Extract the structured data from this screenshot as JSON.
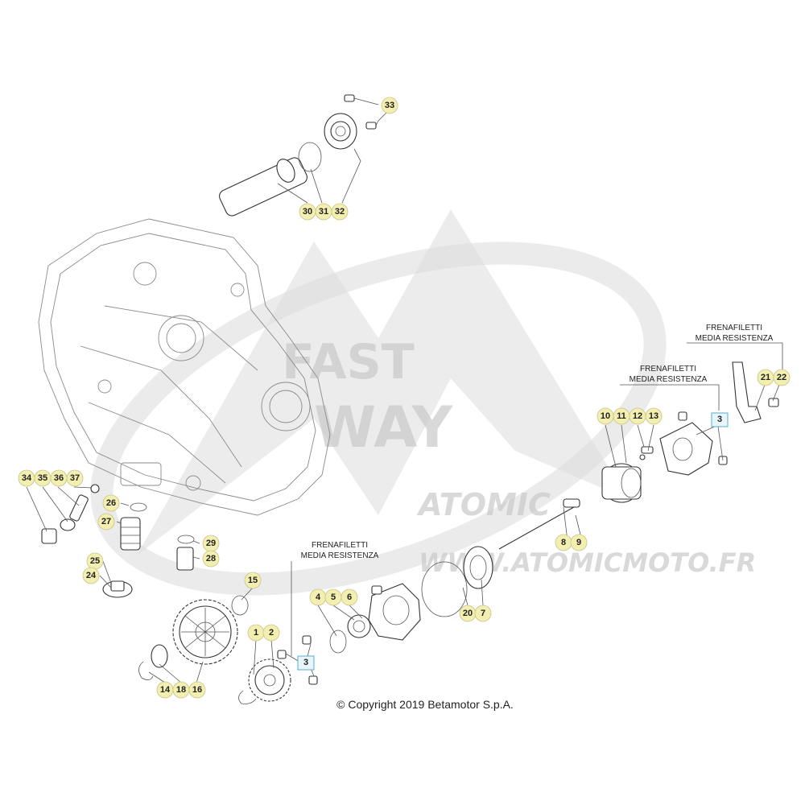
{
  "notes": {
    "thread_lock_1": {
      "line1": "FRENAFILETTI",
      "line2": "MEDIA RESISTENZA"
    },
    "thread_lock_2": {
      "line1": "FRENAFILETTI",
      "line2": "MEDIA RESISTENZA"
    },
    "thread_lock_3": {
      "line1": "FRENAFILETTI",
      "line2": "MEDIA RESISTENZA"
    }
  },
  "copyright": "© Copyright 2019 Betamotor S.p.A.",
  "watermark": {
    "line1": "FAST",
    "line2": "WAY",
    "brand": "ATOMIC",
    "site": "WWW.ATOMICMOTO.FR"
  },
  "callouts": [
    {
      "id": "c33",
      "label": "33"
    },
    {
      "id": "c30",
      "label": "30"
    },
    {
      "id": "c31",
      "label": "31"
    },
    {
      "id": "c32",
      "label": "32"
    },
    {
      "id": "c34",
      "label": "34"
    },
    {
      "id": "c35",
      "label": "35"
    },
    {
      "id": "c36",
      "label": "36"
    },
    {
      "id": "c37",
      "label": "37"
    },
    {
      "id": "c26",
      "label": "26"
    },
    {
      "id": "c27",
      "label": "27"
    },
    {
      "id": "c29",
      "label": "29"
    },
    {
      "id": "c28",
      "label": "28"
    },
    {
      "id": "c25",
      "label": "25"
    },
    {
      "id": "c24",
      "label": "24"
    },
    {
      "id": "c15",
      "label": "15"
    },
    {
      "id": "c1",
      "label": "1"
    },
    {
      "id": "c2",
      "label": "2"
    },
    {
      "id": "c14",
      "label": "14"
    },
    {
      "id": "c18",
      "label": "18"
    },
    {
      "id": "c16",
      "label": "16"
    },
    {
      "id": "c4",
      "label": "4"
    },
    {
      "id": "c5",
      "label": "5"
    },
    {
      "id": "c6",
      "label": "6"
    },
    {
      "id": "c20",
      "label": "20"
    },
    {
      "id": "c7",
      "label": "7"
    },
    {
      "id": "c8",
      "label": "8"
    },
    {
      "id": "c9",
      "label": "9"
    },
    {
      "id": "c10",
      "label": "10"
    },
    {
      "id": "c11",
      "label": "11"
    },
    {
      "id": "c12",
      "label": "12"
    },
    {
      "id": "c13",
      "label": "13"
    },
    {
      "id": "c21",
      "label": "21"
    },
    {
      "id": "c22",
      "label": "22"
    }
  ],
  "boxed_callouts": [
    {
      "id": "b3a",
      "label": "3"
    },
    {
      "id": "b3b",
      "label": "3"
    }
  ]
}
